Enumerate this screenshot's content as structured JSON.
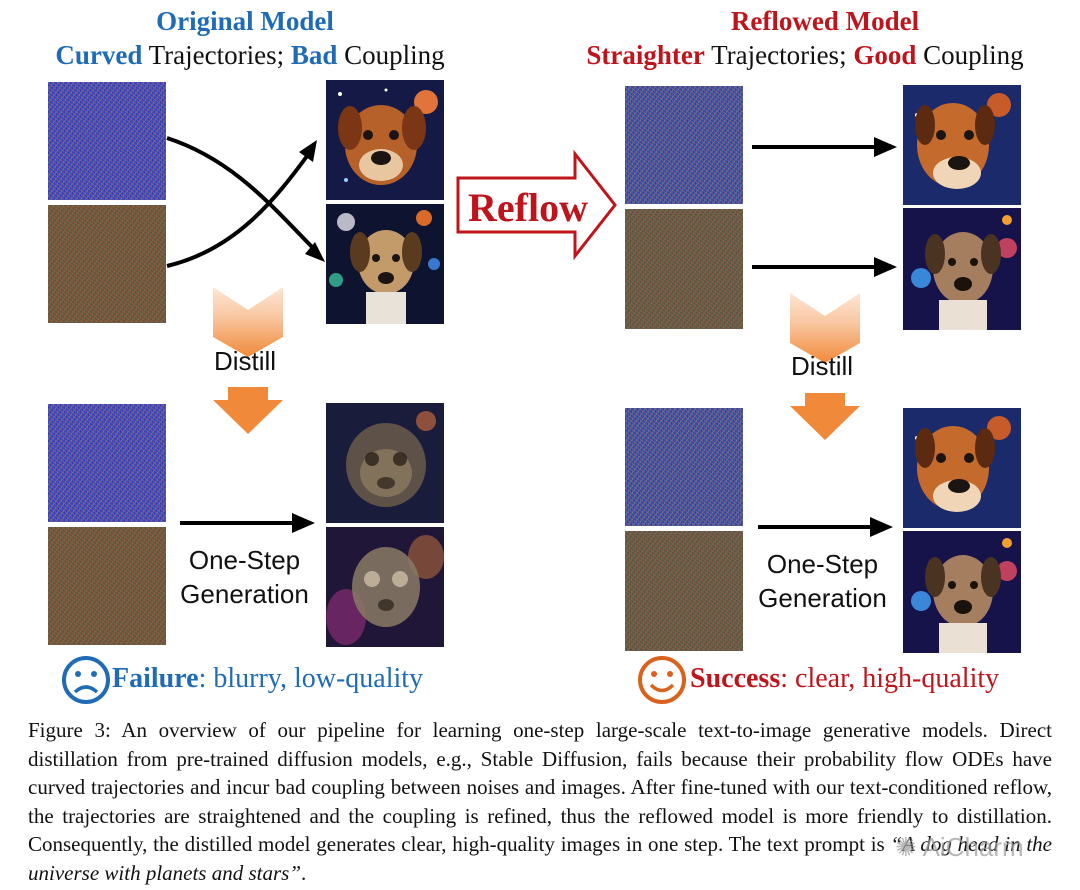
{
  "left_panel": {
    "title": "Original Model",
    "subtitle": {
      "word1": "Curved",
      "text1": " Trajectories; ",
      "word2": "Bad",
      "text2": " Coupling"
    },
    "distill_label": "Distill",
    "generation_label_line1": "One-Step",
    "generation_label_line2": "Generation",
    "verdict": {
      "word": "Failure",
      "rest": ": blurry, low-quality"
    }
  },
  "center": {
    "reflow_label": "Reflow"
  },
  "right_panel": {
    "title": "Reflowed Model",
    "subtitle": {
      "word1": "Straighter",
      "text1": " Trajectories; ",
      "word2": "Good",
      "text2": " Coupling"
    },
    "distill_label": "Distill",
    "generation_label_line1": "One-Step",
    "generation_label_line2": "Generation",
    "verdict": {
      "word": "Success",
      "rest": ": clear, high-quality"
    }
  },
  "caption": {
    "text": "Figure 3: An overview of our pipeline for learning one-step large-scale text-to-image generative models. Direct distillation from pre-trained diffusion models, e.g., Stable Diffusion, fails because their probability flow ODEs have curved trajectories and incur bad coupling between noises and images. After fine-tuned with our text-conditioned reflow, the trajectories are straightened and the coupling is refined, thus the reflowed model is more friendly to distillation. Consequently, the distilled model generates clear, high-quality images in one step. The text prompt is ",
    "prompt": "“A dog head in the universe with planets and stars”",
    "end": "."
  },
  "watermark": "AiCharm",
  "colors": {
    "blue": "#1f6bb5",
    "red": "#c0141c",
    "orange": "#f08a3a",
    "sad_face": "#1f6bb5",
    "happy_face": "#d9631e"
  },
  "icons": [
    "sad-face-icon",
    "happy-face-icon",
    "reflow-arrow-icon",
    "distill-arrow-icon"
  ]
}
